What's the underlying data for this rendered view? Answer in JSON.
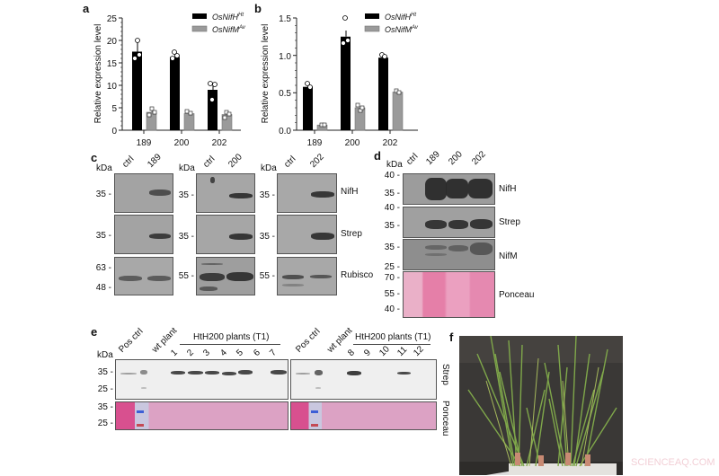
{
  "panels": {
    "a": "a",
    "b": "b",
    "c": "c",
    "d": "d",
    "e": "e",
    "f": "f"
  },
  "legend": {
    "series1": "OsNifH",
    "series1_sup": "Ht",
    "series2": "OsNifM",
    "series2_sup": "Av"
  },
  "chart_data": [
    {
      "type": "bar",
      "panel": "a",
      "title": "",
      "xlabel": "",
      "ylabel": "Relative expression level",
      "categories": [
        "189",
        "200",
        "202"
      ],
      "ylim": [
        0,
        25
      ],
      "yticks": [
        0,
        5,
        10,
        15,
        20,
        25
      ],
      "series": [
        {
          "name": "OsNifH Ht",
          "color": "#000000",
          "values": [
            17.5,
            16.3,
            9.0
          ],
          "errors": [
            2.0,
            0.7,
            1.5
          ],
          "points": [
            [
              15.8,
              16.8,
              20.0
            ],
            [
              15.8,
              16.2,
              17.2
            ],
            [
              6.8,
              10.3,
              10.5
            ]
          ]
        },
        {
          "name": "OsNifM Av",
          "color": "#9a9a9a",
          "values": [
            4.0,
            3.7,
            3.5
          ],
          "errors": [
            0.8,
            0.4,
            0.5
          ],
          "points": [
            [
              3.2,
              4.0,
              4.6
            ],
            [
              3.5,
              3.7,
              4.0
            ],
            [
              2.8,
              3.6,
              4.0
            ]
          ]
        }
      ],
      "legend_position": "top-right",
      "grid": false
    },
    {
      "type": "bar",
      "panel": "b",
      "title": "",
      "xlabel": "",
      "ylabel": "Relative expression level",
      "categories": [
        "189",
        "200",
        "202"
      ],
      "ylim": [
        0,
        1.5
      ],
      "yticks": [
        0.0,
        0.5,
        1.0,
        1.5
      ],
      "series": [
        {
          "name": "OsNifH Ht",
          "color": "#000000",
          "values": [
            0.58,
            1.25,
            0.97
          ],
          "errors": [
            0.03,
            0.07,
            0.02
          ],
          "points": [
            [
              0.57,
              0.58,
              0.62
            ],
            [
              1.15,
              1.18,
              1.49
            ],
            [
              0.95,
              0.97,
              0.99
            ]
          ]
        },
        {
          "name": "OsNifM Av",
          "color": "#9a9a9a",
          "values": [
            0.07,
            0.3,
            0.51
          ],
          "errors": [
            0.02,
            0.05,
            0.03
          ],
          "points": [
            [
              0.06,
              0.07,
              0.08
            ],
            [
              0.26,
              0.29,
              0.34
            ],
            [
              0.49,
              0.51,
              0.53
            ]
          ]
        }
      ],
      "legend_position": "top-right",
      "grid": false
    }
  ],
  "panel_c": {
    "kda": "kDa",
    "groups": [
      {
        "lanes": [
          "ctrl",
          "189"
        ],
        "rows": [
          [
            "35 -"
          ],
          [
            "35 -"
          ],
          [
            "63 -",
            "48 -"
          ]
        ]
      },
      {
        "lanes": [
          "ctrl",
          "200"
        ],
        "rows": [
          [
            "35 -"
          ],
          [
            "35 -"
          ],
          [
            "55 -"
          ]
        ]
      },
      {
        "lanes": [
          "ctrl",
          "202"
        ],
        "rows": [
          [
            "35 -"
          ],
          [
            "35 -"
          ],
          [
            "55 -"
          ]
        ]
      }
    ],
    "row_labels": [
      "NifH",
      "Strep",
      "Rubisco"
    ]
  },
  "panel_d": {
    "kda": "kDa",
    "lanes": [
      "ctrl",
      "189",
      "200",
      "202"
    ],
    "rows": [
      {
        "label": "NifH",
        "ticks": [
          "40 -",
          "35 -"
        ]
      },
      {
        "label": "Strep",
        "ticks": [
          "40 -",
          "35 -"
        ]
      },
      {
        "label": "NifM",
        "ticks": [
          "35 -",
          "25 -"
        ]
      },
      {
        "label": "Ponceau",
        "ticks": [
          "70 -",
          "55 -",
          "40 -"
        ]
      }
    ]
  },
  "panel_e": {
    "kda": "kDa",
    "group_label": "HtH200 plants (T1)",
    "left_lanes": [
      "Pos ctrl",
      "wt plant",
      "1",
      "2",
      "3",
      "4",
      "5",
      "6",
      "7"
    ],
    "right_lanes": [
      "Pos ctrl",
      "wt plant",
      "8",
      "9",
      "10",
      "11",
      "12"
    ],
    "strep_ticks": [
      "35 -",
      "25 -"
    ],
    "ponceau_ticks": [
      "35 -",
      "25 -"
    ],
    "row_labels": [
      "Strep",
      "Ponceau"
    ]
  },
  "panel_f": {
    "description": "Photo of rice plants"
  },
  "watermark": "SCIENCEAQ.COM"
}
